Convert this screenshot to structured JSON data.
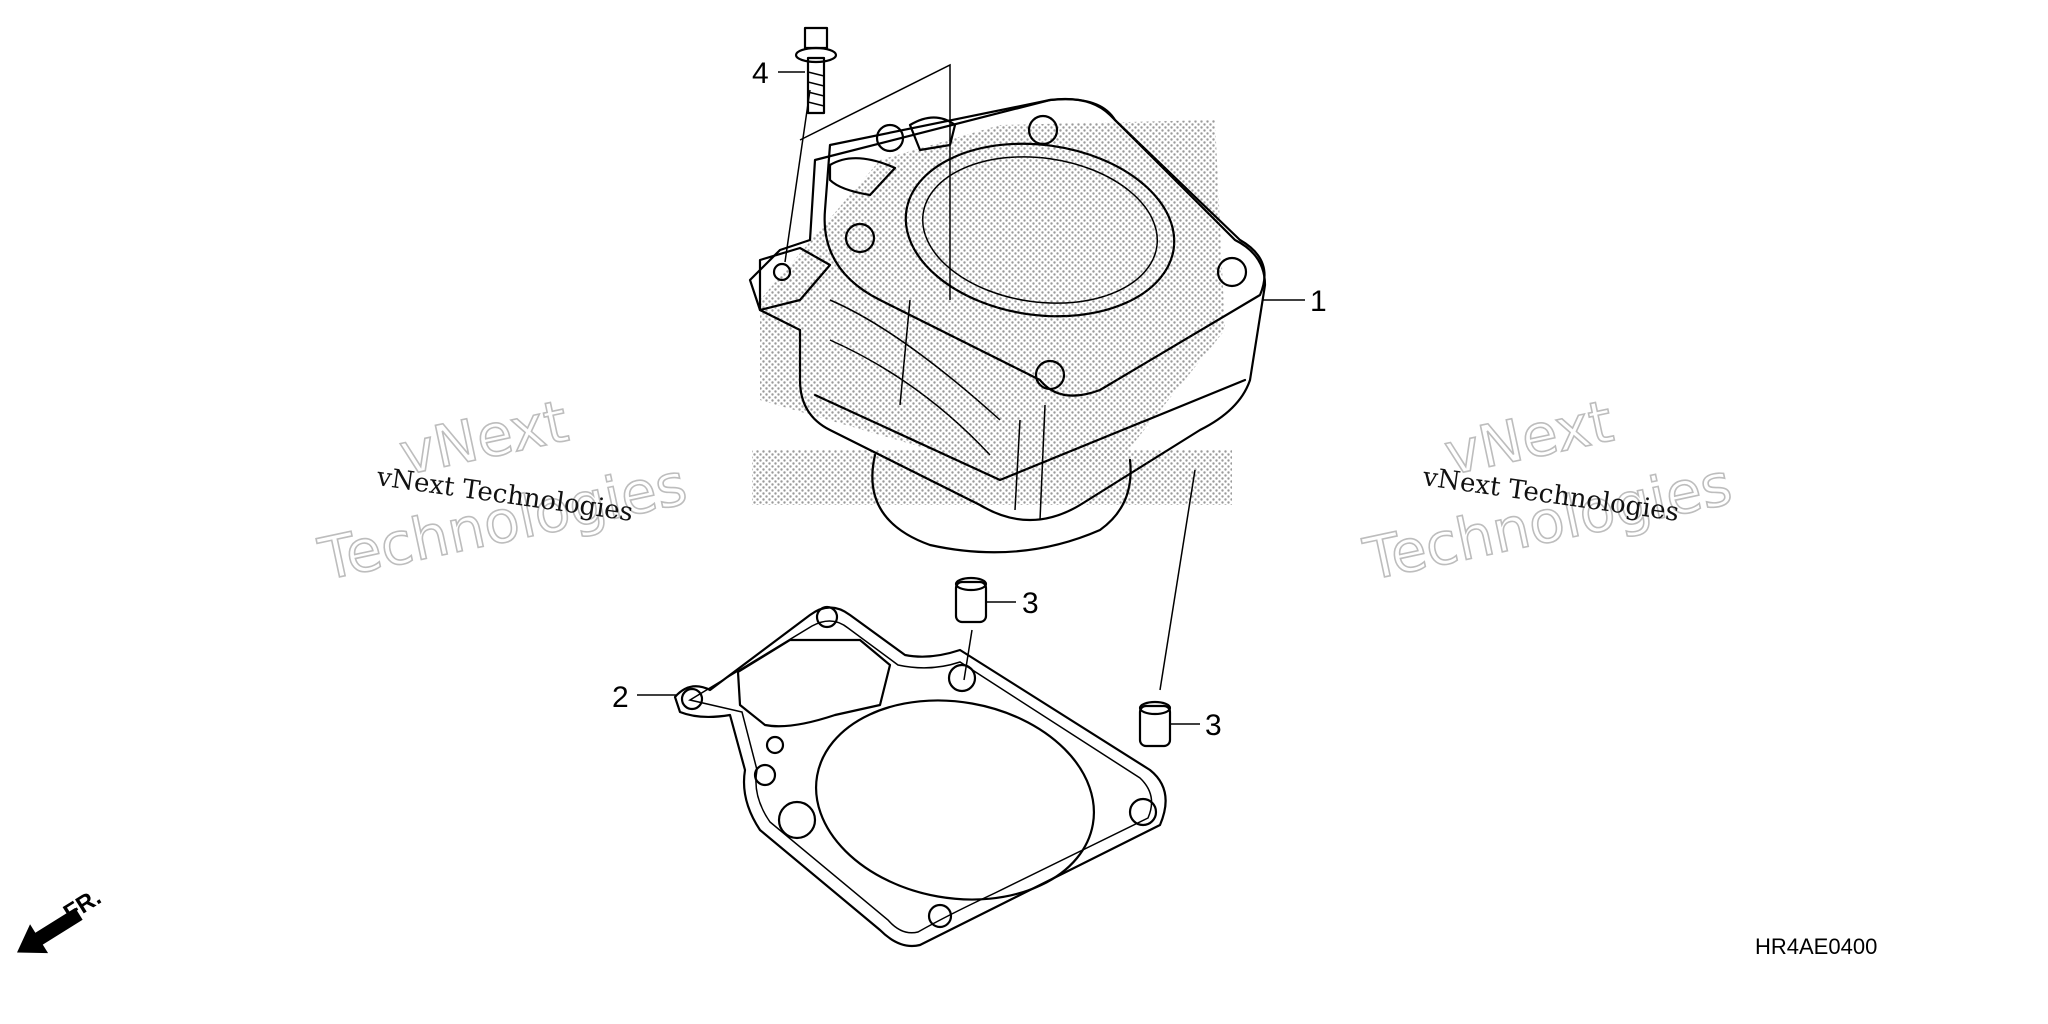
{
  "callouts": {
    "part1": "1",
    "part2": "2",
    "part3a": "3",
    "part3b": "3",
    "part4": "4"
  },
  "diagram_code": "HR4AE0400",
  "front_indicator": "FR.",
  "watermarks": {
    "left_small": "vNext Technologies",
    "left_big_line1": "vNext",
    "left_big_line2": "Technologies",
    "right_small": "vNext Technologies",
    "right_big_line1": "vNext",
    "right_big_line2": "Technologies"
  },
  "colors": {
    "ink": "#000000",
    "watermark": "#bdbdbd",
    "dots": "#9a9a9a"
  }
}
